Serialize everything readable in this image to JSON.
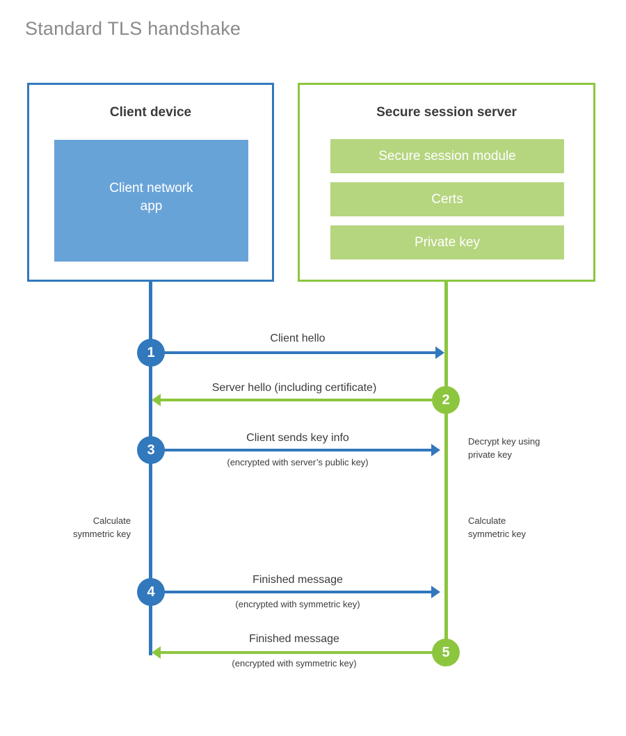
{
  "title": "Standard TLS handshake",
  "colors": {
    "client_blue": "#3178bd",
    "client_app_blue": "#68a3d8",
    "server_green": "#8cc63e",
    "server_bar_green": "#b5d57f",
    "title_gray": "#8a8a8a",
    "text_dark": "#3b3b3b",
    "background": "#ffffff"
  },
  "client": {
    "title": "Client device",
    "app_label": "Client network\napp",
    "app_label_line1": "Client network",
    "app_label_line2": "app"
  },
  "server": {
    "title": "Secure session server",
    "bars": [
      {
        "label": "Secure session module"
      },
      {
        "label": "Certs"
      },
      {
        "label": "Private key"
      }
    ]
  },
  "steps": [
    {
      "number": "1",
      "label": "Client hello",
      "sublabel": "",
      "direction": "client-to-server",
      "color": "blue"
    },
    {
      "number": "2",
      "label": "Server hello (including certificate)",
      "sublabel": "",
      "direction": "server-to-client",
      "color": "green"
    },
    {
      "number": "3",
      "label": "Client sends key info",
      "sublabel": "(encrypted with server’s public key)",
      "direction": "client-to-server",
      "color": "blue"
    },
    {
      "number": "4",
      "label": "Finished message",
      "sublabel": "(encrypted with symmetric key)",
      "direction": "client-to-server",
      "color": "blue"
    },
    {
      "number": "5",
      "label": "Finished message",
      "sublabel": "(encrypted with symmetric key)",
      "direction": "server-to-client",
      "color": "green"
    }
  ],
  "notes": {
    "decrypt_key": "Decrypt key using\nprivate key",
    "client_calculate": "Calculate\nsymmetric key",
    "server_calculate": "Calculate\nsymmetric key"
  }
}
